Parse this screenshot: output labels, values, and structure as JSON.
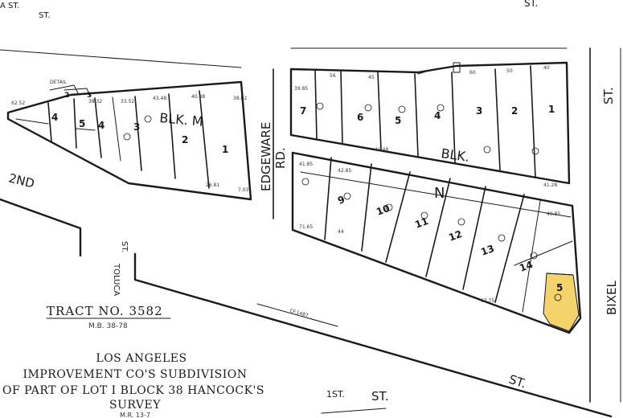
{
  "map": {
    "highlight_color": "#f3d36a",
    "line_color": "#1a1a1a",
    "top_left_fragment": "A ST.",
    "top_left_street": "ST.",
    "top_right_street": "ST.",
    "streets": {
      "second": "2ND",
      "toluca_1": "TOLUCA",
      "toluca_2": "ST.",
      "edgeware_1": "EDGEWARE",
      "edgeware_2": "RD.",
      "bixel_1": "BIXEL",
      "bixel_2": "ST.",
      "first_st_1": "1ST.",
      "first_st_2": "ST.",
      "st_diag": "ST."
    },
    "blocks": {
      "m": "BLK. M",
      "blk": "BLK.",
      "n": "N"
    },
    "block_m_lots": [
      "4",
      "5",
      "4",
      "3",
      "2",
      "1",
      "2",
      "3"
    ],
    "block_top_lots": [
      "7",
      "6",
      "5",
      "4",
      "3",
      "2",
      "1"
    ],
    "block_n_lots": [
      "9",
      "10",
      "11",
      "12",
      "13",
      "14",
      "5"
    ],
    "tract": {
      "number": "TRACT NO. 3582",
      "mb": "M.B. 38-78"
    },
    "subdivision": {
      "line1": "LOS ANGELES",
      "line2": "IMPROVEMENT CO'S SUBDIVISION",
      "line3": "OF PART OF LOT I BLOCK 38 HANCOCK'S",
      "line4": "SURVEY",
      "line5": "M.R. 13-7"
    }
  }
}
